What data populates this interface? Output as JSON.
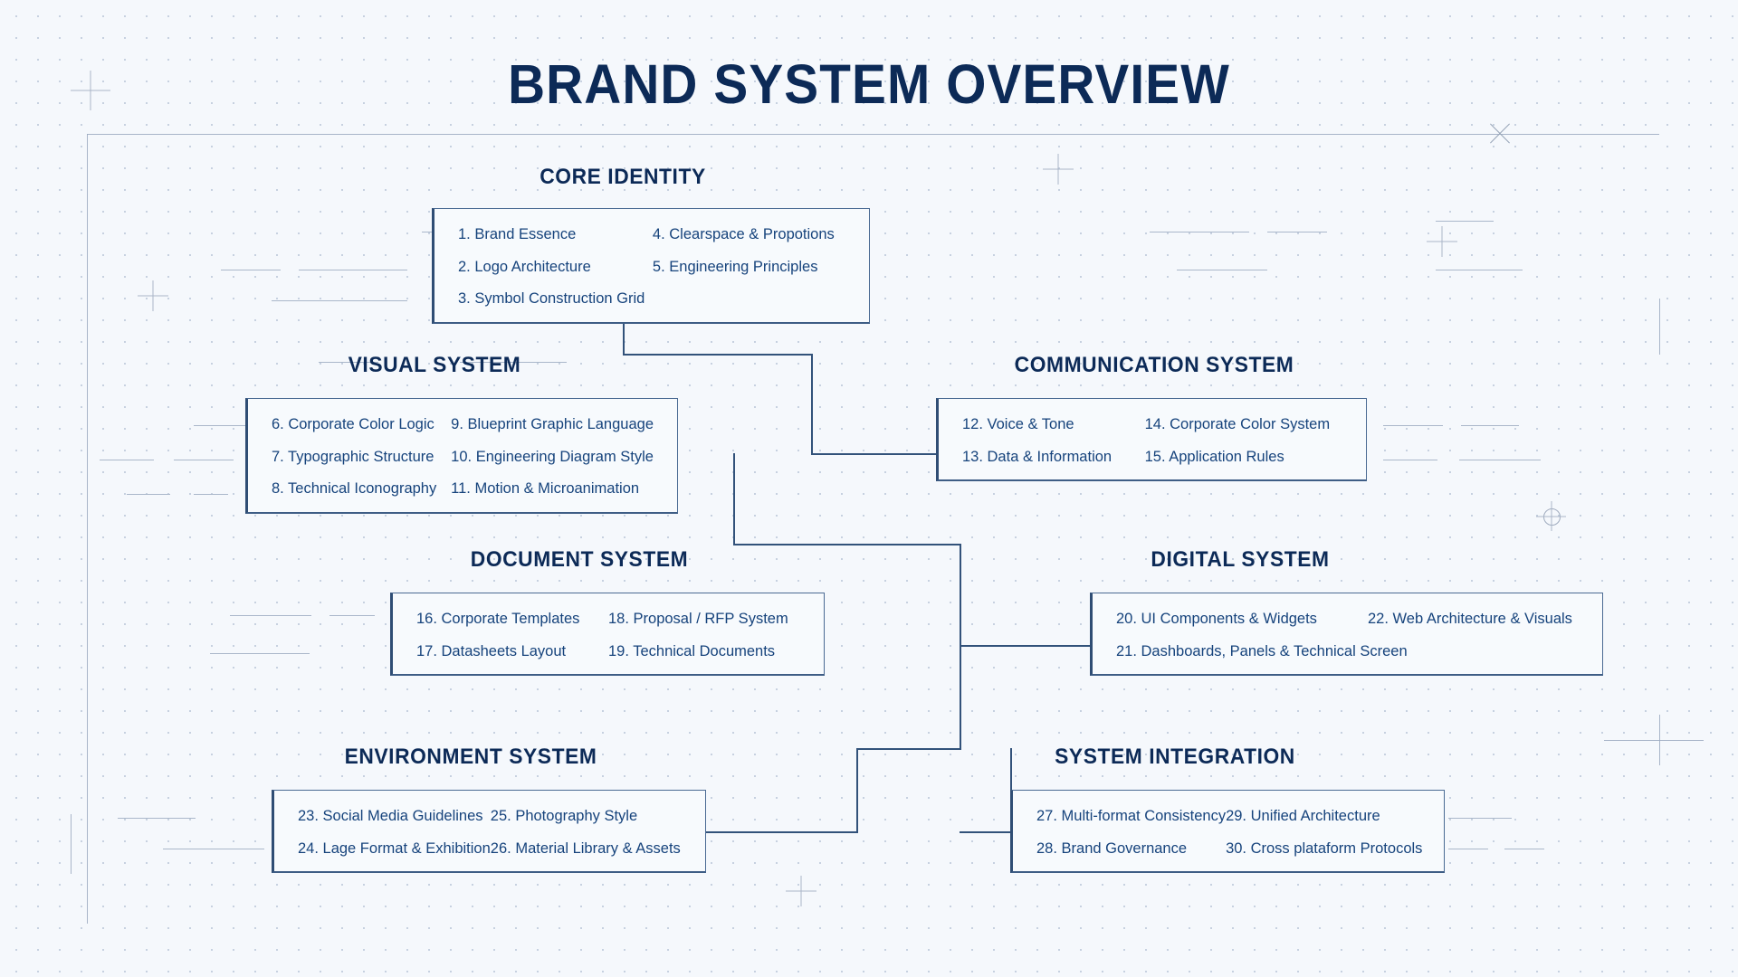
{
  "page": {
    "title": "BRAND SYSTEM OVERVIEW",
    "accent_navy": "#0c2a57",
    "item_text": "#16437c",
    "card_border": "#3e5d85",
    "background": "#f5f8fc",
    "grid_dot": "#c3cede"
  },
  "groups": [
    {
      "id": "core-identity",
      "title": "CORE IDENTITY",
      "columns": [
        [
          "1. Brand Essence",
          "2. Logo Architecture",
          "3. Symbol Construction Grid"
        ],
        [
          "4. Clearspace & Propotions",
          "5. Engineering Principles"
        ]
      ]
    },
    {
      "id": "visual-system",
      "title": "VISUAL SYSTEM",
      "columns": [
        [
          "6. Corporate Color Logic",
          "7. Typographic Structure",
          "8. Technical Iconography"
        ],
        [
          "9. Blueprint Graphic Language",
          "10. Engineering Diagram Style",
          "11. Motion & Microanimation"
        ]
      ]
    },
    {
      "id": "communication-system",
      "title": "COMMUNICATION SYSTEM",
      "columns": [
        [
          "12. Voice & Tone",
          "13. Data & Information"
        ],
        [
          "14. Corporate Color System",
          "15. Application Rules"
        ]
      ]
    },
    {
      "id": "document-system",
      "title": "DOCUMENT SYSTEM",
      "columns": [
        [
          "16. Corporate Templates",
          "17. Datasheets Layout"
        ],
        [
          "18. Proposal / RFP System",
          "19. Technical Documents"
        ]
      ]
    },
    {
      "id": "digital-system",
      "title": "DIGITAL SYSTEM",
      "columns": [
        [
          "20. UI Components & Widgets",
          "21. Dashboards, Panels & Technical Screen"
        ],
        [
          "22. Web Architecture & Visuals"
        ]
      ]
    },
    {
      "id": "environment-system",
      "title": "ENVIRONMENT SYSTEM",
      "columns": [
        [
          "23. Social Media Guidelines",
          "24. Lage Format & Exhibition"
        ],
        [
          "25. Photography Style",
          "26. Material Library & Assets"
        ]
      ]
    },
    {
      "id": "system-integration",
      "title": "SYSTEM INTEGRATION",
      "columns": [
        [
          "27. Multi-format Consistency",
          "28. Brand Governance"
        ],
        [
          "29. Unified Architecture",
          "30. Cross plataform Protocols"
        ]
      ]
    }
  ]
}
